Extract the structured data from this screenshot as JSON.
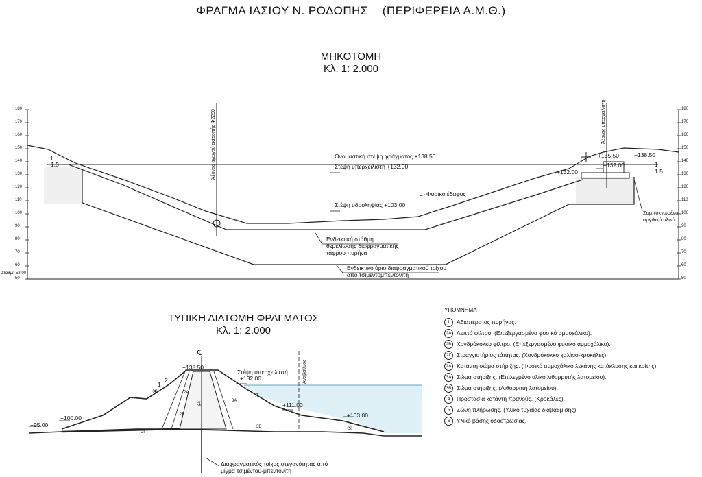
{
  "title": "ΦΡΑΓΜΑ ΙΑΣΙΟΥ Ν. ΡΟΔΟΠΗΣ    (ΠΕΡΙΦΕΡΕΙΑ Α.Μ.Θ.)",
  "profile": {
    "title": "ΜΗΚΟΤΟΜΗ",
    "scale": "Κλ. 1: 2.000",
    "axis_ticks": [
      "180",
      "170",
      "160",
      "150",
      "140",
      "130",
      "120",
      "110",
      "100",
      "90",
      "80",
      "70",
      "60",
      "50"
    ],
    "datum": "Στάθμη 53.00",
    "labels": {
      "diversion_axis": "Άξονας αγωγού εκτροπής Φ2200",
      "spillway_axis": "Άξονας υπερχειλιστή",
      "crest": "Ονομαστική στέψη φράγματος +138.50",
      "spillway_crest": "Στέψη υπερχειλιστή +132.00",
      "intake": "Στέψη υδροληψίας +103.00",
      "ground": "Φυσικό έδαφος",
      "foundation": "Ενδεικτική στάθμη θεμελίωσης διαφραγματικής τάφρου πυρήνα",
      "diaphragm": "Ενδεικτικό όριο διαφραγματικού τοίχου από τσιμεντομπεντονίτη",
      "clay": "Συμπυκνωμένο αργιλικό υλικό",
      "slope_left_1": "1",
      "slope_left_2": "1.5",
      "slope_right_1": "1",
      "slope_right_2": "1.5",
      "r_crest": "+138.50",
      "r_el1": "+135.50",
      "r_el2": "+132.00",
      "r_el3": "+132.00"
    }
  },
  "section": {
    "title": "ΤΥΠΙΚΗ ΔΙΑΤΟΜΗ ΦΡΑΓΜΑΤΟΣ",
    "scale": "Κλ. 1: 2.000",
    "labels": {
      "crest": "+138.50",
      "spillway": "Στέψη υπερχειλιστή",
      "spillway_el": "+132.00",
      "el_111": "+111.00",
      "el_103": "+103.00",
      "el_100": "+100.00",
      "el_95": "+95.00",
      "axis_symbol": "℄",
      "cofferdam": "Αναβαθμός",
      "diaphragm": "Διαφραγματικός τοίχος στεγανότητας από μίγμα τσιμέντου-μπεντονίτη",
      "z1": "①",
      "z2a": "2Α",
      "z2b": "2Β",
      "z3a": "3Α",
      "z3b": "3Β",
      "z4": "④",
      "z5": "⑤",
      "z2c": "2Γ",
      "s2": "2",
      "s1": "1",
      "s3": "3"
    }
  },
  "legend": {
    "title": "ΥΠΟΜΝΗΜΑ",
    "items": [
      {
        "num": "1",
        "text": "Αδιαπέρατος πυρήνας."
      },
      {
        "num": "2Α",
        "text": "Λεπτό φίλτρο. (Επεξεργασμένο φυσικό αμμοχάλικο)."
      },
      {
        "num": "2Β",
        "text": "Χονδρόκοκκο φίλτρο. (Επεξεργασμένο φυσικό αμμοχάλικο)."
      },
      {
        "num": "2Γ",
        "text": "Στραγγιστήριος τάπητας. (Χονδρόκοκκο χαλίκιο-κροκάλες)."
      },
      {
        "num": "2Δ",
        "text": "Κατάντη σώμα στήριξης. (Φυσικό αμμοχάλικο λεκάνης κατάκλυσης και κοίτης)."
      },
      {
        "num": "3Α",
        "text": "Σώμα στήριξης. (Επιλεγμένο υλικό λιθορριπής λατομείου)."
      },
      {
        "num": "3Β",
        "text": "Σώμα στήριξης. (Λιθορριπή λατομείου)."
      },
      {
        "num": "4",
        "text": "Προστασία κατάντη πρανούς. (Κροκάλες)."
      },
      {
        "num": "5",
        "text": "Ζώνη πλήρωσης. (Υλικό τυχαίας διαβάθμισης)."
      },
      {
        "num": "6",
        "text": "Υλικό βάσης οδοστρωσίας."
      }
    ]
  }
}
